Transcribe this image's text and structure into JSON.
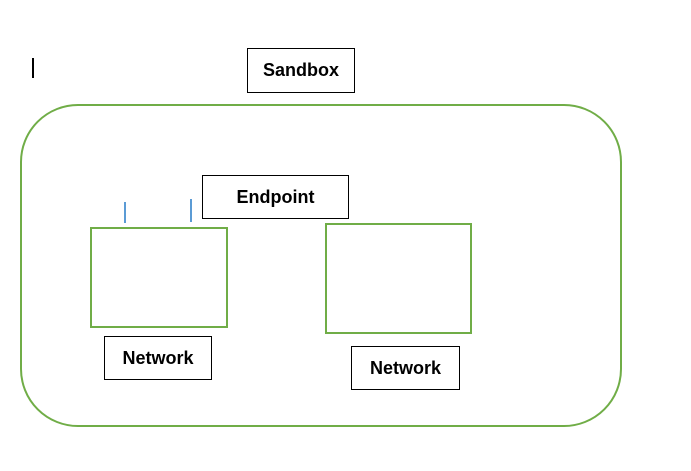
{
  "diagram": {
    "sandbox": {
      "label": "Sandbox"
    },
    "endpoint": {
      "label": "Endpoint"
    },
    "networks": [
      {
        "label": "Network"
      },
      {
        "label": "Network"
      }
    ]
  },
  "colors": {
    "frame_green": "#70ad47",
    "tick_blue": "#5b9bd5",
    "label_border": "#000000",
    "background": "#ffffff"
  }
}
